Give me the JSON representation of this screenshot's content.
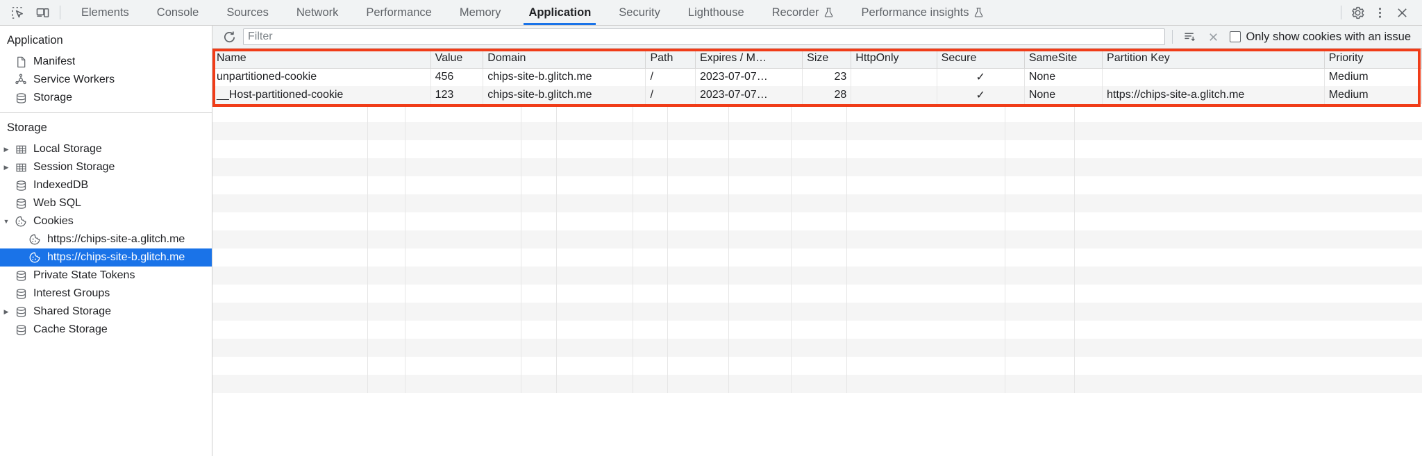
{
  "toolbar": {
    "left_icons": [
      {
        "name": "inspect-element-icon",
        "title": "Inspect element"
      },
      {
        "name": "device-toolbar-icon",
        "title": "Toggle device toolbar"
      }
    ],
    "tabs": [
      {
        "label": "Elements",
        "active": false,
        "experiment": false
      },
      {
        "label": "Console",
        "active": false,
        "experiment": false
      },
      {
        "label": "Sources",
        "active": false,
        "experiment": false
      },
      {
        "label": "Network",
        "active": false,
        "experiment": false
      },
      {
        "label": "Performance",
        "active": false,
        "experiment": false
      },
      {
        "label": "Memory",
        "active": false,
        "experiment": false
      },
      {
        "label": "Application",
        "active": true,
        "experiment": false
      },
      {
        "label": "Security",
        "active": false,
        "experiment": false
      },
      {
        "label": "Lighthouse",
        "active": false,
        "experiment": false
      },
      {
        "label": "Recorder",
        "active": false,
        "experiment": true
      },
      {
        "label": "Performance insights",
        "active": false,
        "experiment": true
      }
    ],
    "right_icons": [
      {
        "name": "settings-gear-icon",
        "title": "Settings"
      },
      {
        "name": "more-options-icon",
        "title": "Customize and control DevTools"
      },
      {
        "name": "close-devtools-icon",
        "title": "Close DevTools"
      }
    ],
    "active_tab_accent": "#1a73e8"
  },
  "sidebar": {
    "application_section": {
      "title": "Application",
      "items": [
        {
          "label": "Manifest",
          "icon": "manifest-document-icon"
        },
        {
          "label": "Service Workers",
          "icon": "service-workers-gear-icon"
        },
        {
          "label": "Storage",
          "icon": "storage-database-icon"
        }
      ]
    },
    "storage_section": {
      "title": "Storage",
      "items": [
        {
          "label": "Local Storage",
          "icon": "table-icon",
          "twisty": "collapsed",
          "indent": 0,
          "selected": false
        },
        {
          "label": "Session Storage",
          "icon": "table-icon",
          "twisty": "collapsed",
          "indent": 0,
          "selected": false
        },
        {
          "label": "IndexedDB",
          "icon": "database-icon",
          "twisty": "none",
          "indent": 0,
          "selected": false
        },
        {
          "label": "Web SQL",
          "icon": "database-icon",
          "twisty": "none",
          "indent": 0,
          "selected": false
        },
        {
          "label": "Cookies",
          "icon": "cookie-icon",
          "twisty": "expanded",
          "indent": 0,
          "selected": false
        },
        {
          "label": "https://chips-site-a.glitch.me",
          "icon": "cookie-icon",
          "twisty": "none",
          "indent": 1,
          "selected": false
        },
        {
          "label": "https://chips-site-b.glitch.me",
          "icon": "cookie-icon",
          "twisty": "none",
          "indent": 1,
          "selected": true
        },
        {
          "label": "Private State Tokens",
          "icon": "database-icon",
          "twisty": "none",
          "indent": 0,
          "selected": false
        },
        {
          "label": "Interest Groups",
          "icon": "database-icon",
          "twisty": "none",
          "indent": 0,
          "selected": false
        },
        {
          "label": "Shared Storage",
          "icon": "database-icon",
          "twisty": "collapsed",
          "indent": 0,
          "selected": false
        },
        {
          "label": "Cache Storage",
          "icon": "database-icon",
          "twisty": "none",
          "indent": 0,
          "selected": false
        }
      ],
      "selection_color": "#1a73e8"
    }
  },
  "filter_bar": {
    "refresh_icon": "refresh-icon",
    "filter_placeholder": "Filter",
    "filter_value": "",
    "clear_filter_icon": "clear-filter-icon",
    "clear_all_icon": "clear-all-x-icon",
    "checkbox_label": "Only show cookies with an issue",
    "checkbox_checked": false
  },
  "cookie_table": {
    "columns": [
      "Name",
      "Value",
      "Domain",
      "Path",
      "Expires / M…",
      "Size",
      "HttpOnly",
      "Secure",
      "SameSite",
      "Partition Key",
      "Priority"
    ],
    "rows": [
      {
        "Name": "unpartitioned-cookie",
        "Value": "456",
        "Domain": "chips-site-b.glitch.me",
        "Path": "/",
        "Expires": "2023-07-07…",
        "Size": "23",
        "HttpOnly": "",
        "Secure": "✓",
        "SameSite": "None",
        "PartitionKey": "",
        "Priority": "Medium"
      },
      {
        "Name": "__Host-partitioned-cookie",
        "Value": "123",
        "Domain": "chips-site-b.glitch.me",
        "Path": "/",
        "Expires": "2023-07-07…",
        "Size": "28",
        "HttpOnly": "",
        "Secure": "✓",
        "SameSite": "None",
        "PartitionKey": "https://chips-site-a.glitch.me",
        "Priority": "Medium"
      }
    ]
  },
  "annotation": {
    "name": "red-highlight-box",
    "color": "#f03c18"
  }
}
